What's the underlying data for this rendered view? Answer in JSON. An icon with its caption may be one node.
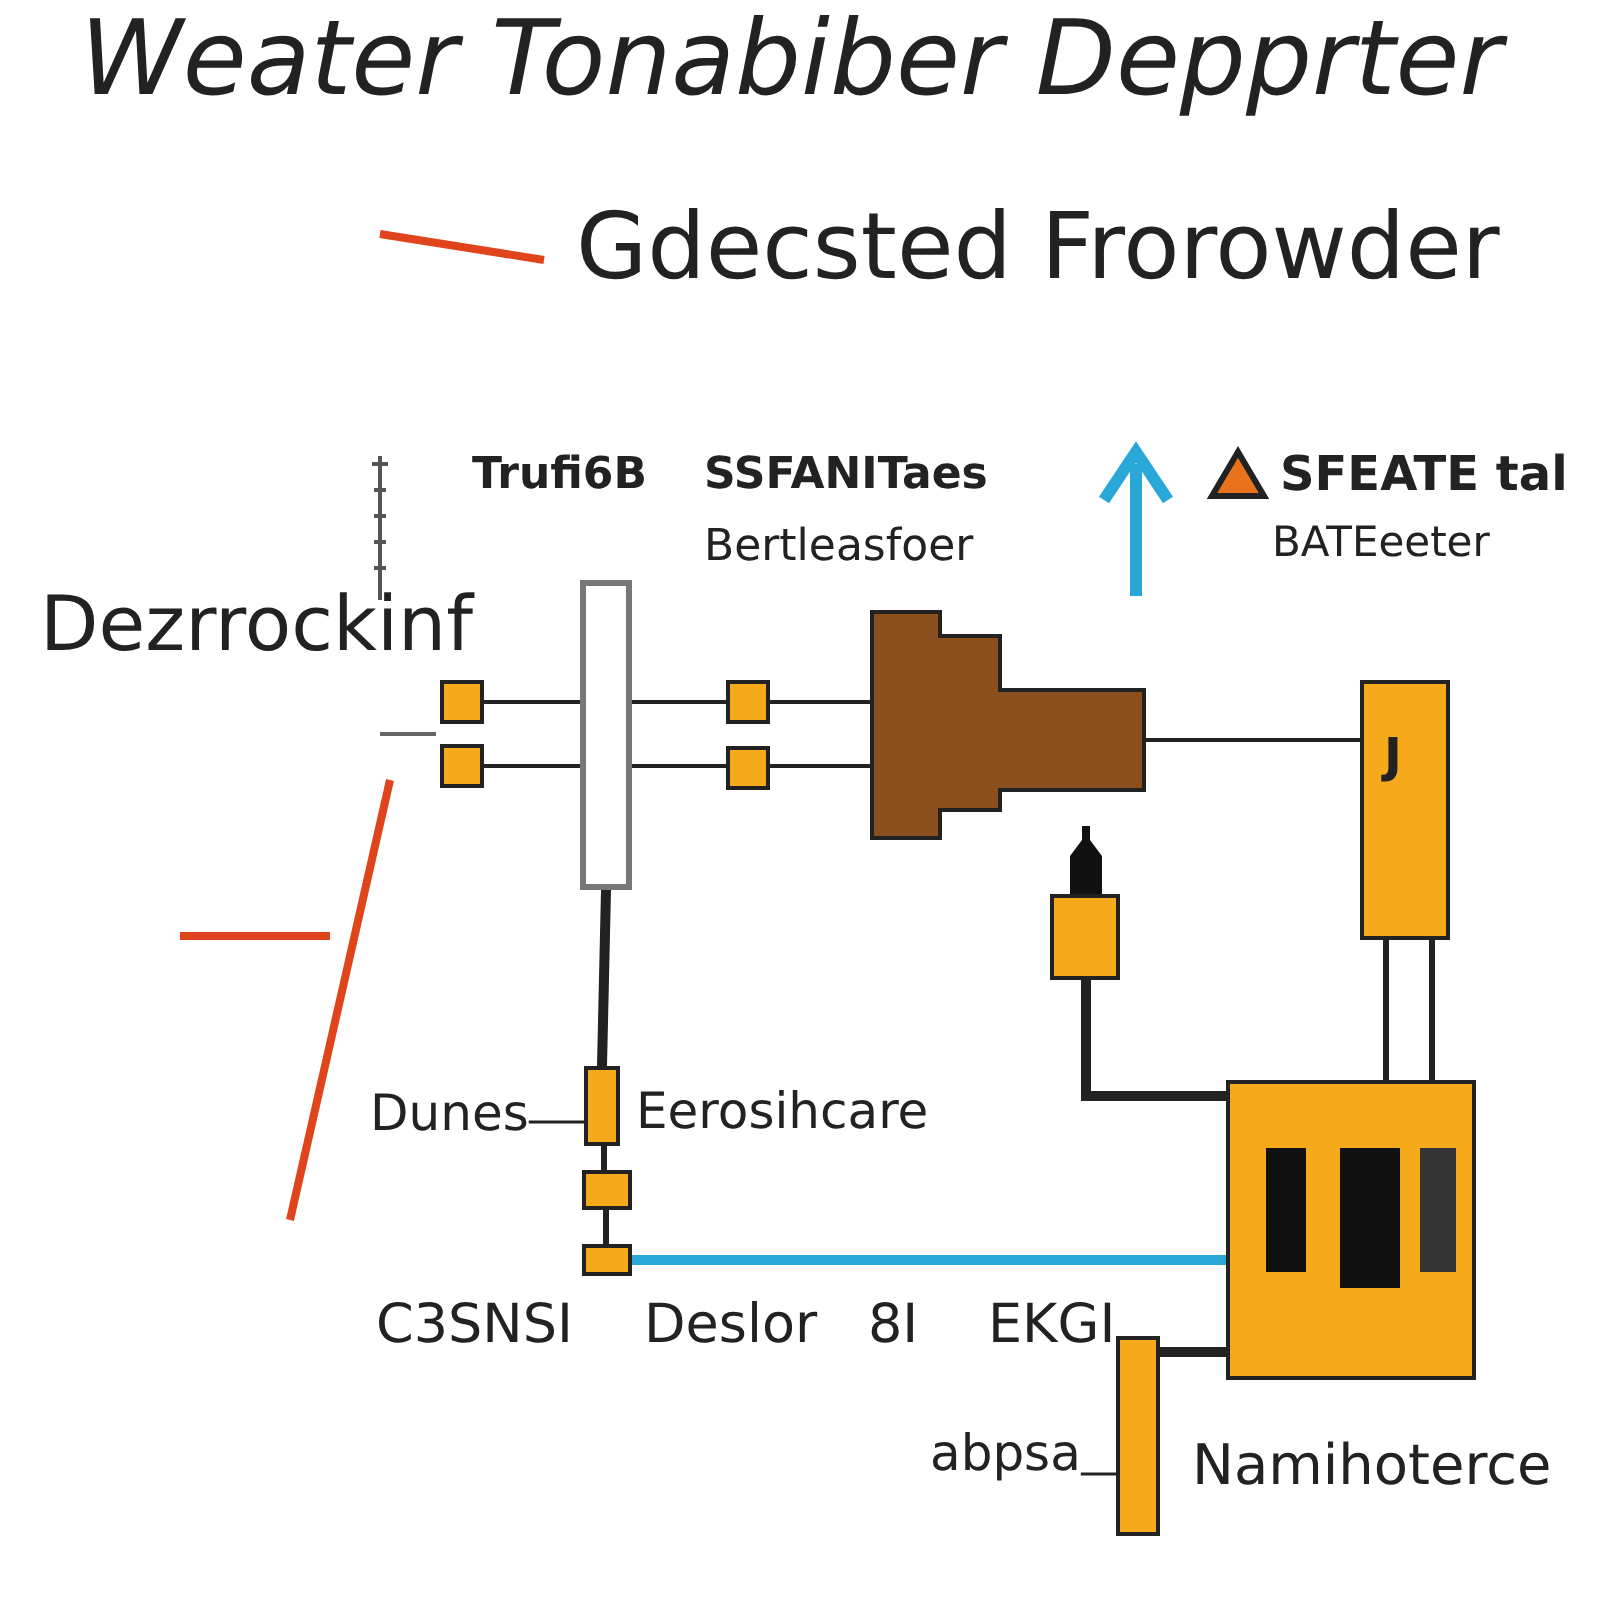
{
  "diagram": {
    "title": "Weater Tonabiber Depprter",
    "nodes": [
      {
        "text": [],
        "shape": "box"
      },
      {
        "text": [],
        "shape": "box"
      },
      {
        "text": [],
        "shape": "bar"
      },
      {
        "text": [],
        "shape": "box"
      },
      {
        "text": [],
        "shape": "box"
      },
      {
        "text": [],
        "shape": "box"
      },
      {
        "text": [
          "J"
        ]
      },
      {
        "text": [],
        "shape": "box"
      },
      {
        "text": [],
        "shape": "box"
      },
      {
        "text": [],
        "shape": "box"
      },
      {
        "text": [],
        "shape": "box"
      },
      {
        "text": [],
        "shape": "box"
      },
      {
        "text": [],
        "shape": "box"
      },
      {
        "text": [
          "Dunes"
        ]
      },
      {
        "text": [
          "abpsa"
        ]
      }
    ],
    "edges": [
      {
        "from": 0,
        "to": 2,
        "arrow": "none"
      },
      {
        "from": 2,
        "to": 3,
        "arrow": "none"
      },
      {
        "from": 1,
        "to": 2,
        "arrow": "none"
      },
      {
        "from": 2,
        "to": 4,
        "arrow": "none"
      },
      {
        "from": 3,
        "to": 5,
        "arrow": "none"
      },
      {
        "from": 4,
        "to": 5,
        "arrow": "none"
      },
      {
        "from": 5,
        "to": 6,
        "arrow": "none"
      },
      {
        "from": 2,
        "to": 9,
        "arrow": "none",
        "style": "thick"
      },
      {
        "from": 7,
        "to": 8,
        "arrow": "none",
        "style": "thick"
      },
      {
        "from": 6,
        "to": 8,
        "arrow": "none"
      },
      {
        "from": 11,
        "to": 8,
        "arrow": "none",
        "style": "thick",
        "color": "#29a8d8"
      },
      {
        "from": 12,
        "to": 8,
        "arrow": "none",
        "style": "thick"
      },
      {
        "from": 9,
        "to": 10,
        "arrow": "none"
      },
      {
        "from": 10,
        "to": 11,
        "arrow": "none"
      },
      {
        "from": 13,
        "to": 9,
        "arrow": "none"
      },
      {
        "from": 14,
        "to": 12,
        "arrow": "none"
      }
    ],
    "labels": [
      "Gdecsted Frorowder",
      "Trufi6B",
      "SSFANITaes",
      "SFEATE tal",
      "Bertleasfoer",
      "BATEeeter",
      "Dezrrockinf",
      "Eerosihcare",
      "C3SNSI",
      "Deslor",
      "8I",
      "EKGI",
      "Namihoterce"
    ]
  }
}
